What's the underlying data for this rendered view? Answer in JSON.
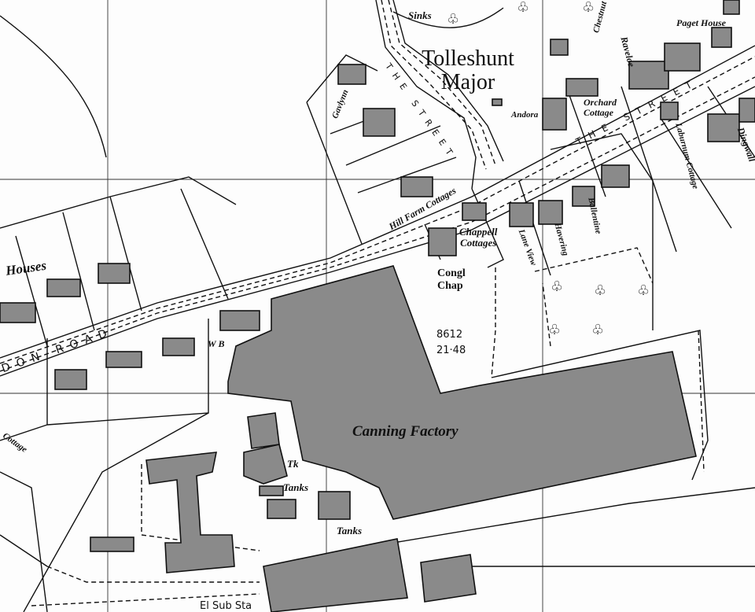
{
  "map": {
    "village": "Tolleshunt Major",
    "village_line1": "Tolleshunt",
    "village_line2": "Major",
    "colors": {
      "building": "#8a8a8a",
      "line": "#111111",
      "background": "#fdfdfd"
    },
    "labels": {
      "sinks": "Sinks",
      "paget_house": "Paget House",
      "raveloe": "Raveloe",
      "chestnut_cottage": "Chestnut Cottage",
      "orchard_cottage_1": "Orchard",
      "orchard_cottage_2": "Cottage",
      "gavlynn": "Gavlynn",
      "the_street_north": "THE STREET",
      "the_street_east": "THE STREET",
      "andora": "Andora",
      "laburnum_cottage": "Laburnum Cottage",
      "dingwall": "Dingwall",
      "hill_farm_cottages": "Hill Farm Cottages",
      "chappell_1": "Chappell",
      "chappell_2": "Cottages",
      "lane_view": "Lane View",
      "havering": "Havering",
      "ballentine": "Ballentine",
      "houses": "Houses",
      "road": "DON ROAD",
      "wb": "W B",
      "congl_chap_1": "Congl",
      "congl_chap_2": "Chap",
      "parcel_number": "8612",
      "parcel_area": "21·48",
      "canning_factory": "Canning Factory",
      "cottage": "Cottage",
      "tk": "Tk",
      "tanks_1": "Tanks",
      "tanks_2": "Tanks",
      "el_sub_sta": "El Sub Sta"
    },
    "icons": [
      "tree-icon",
      "lamp-post-icon"
    ]
  }
}
